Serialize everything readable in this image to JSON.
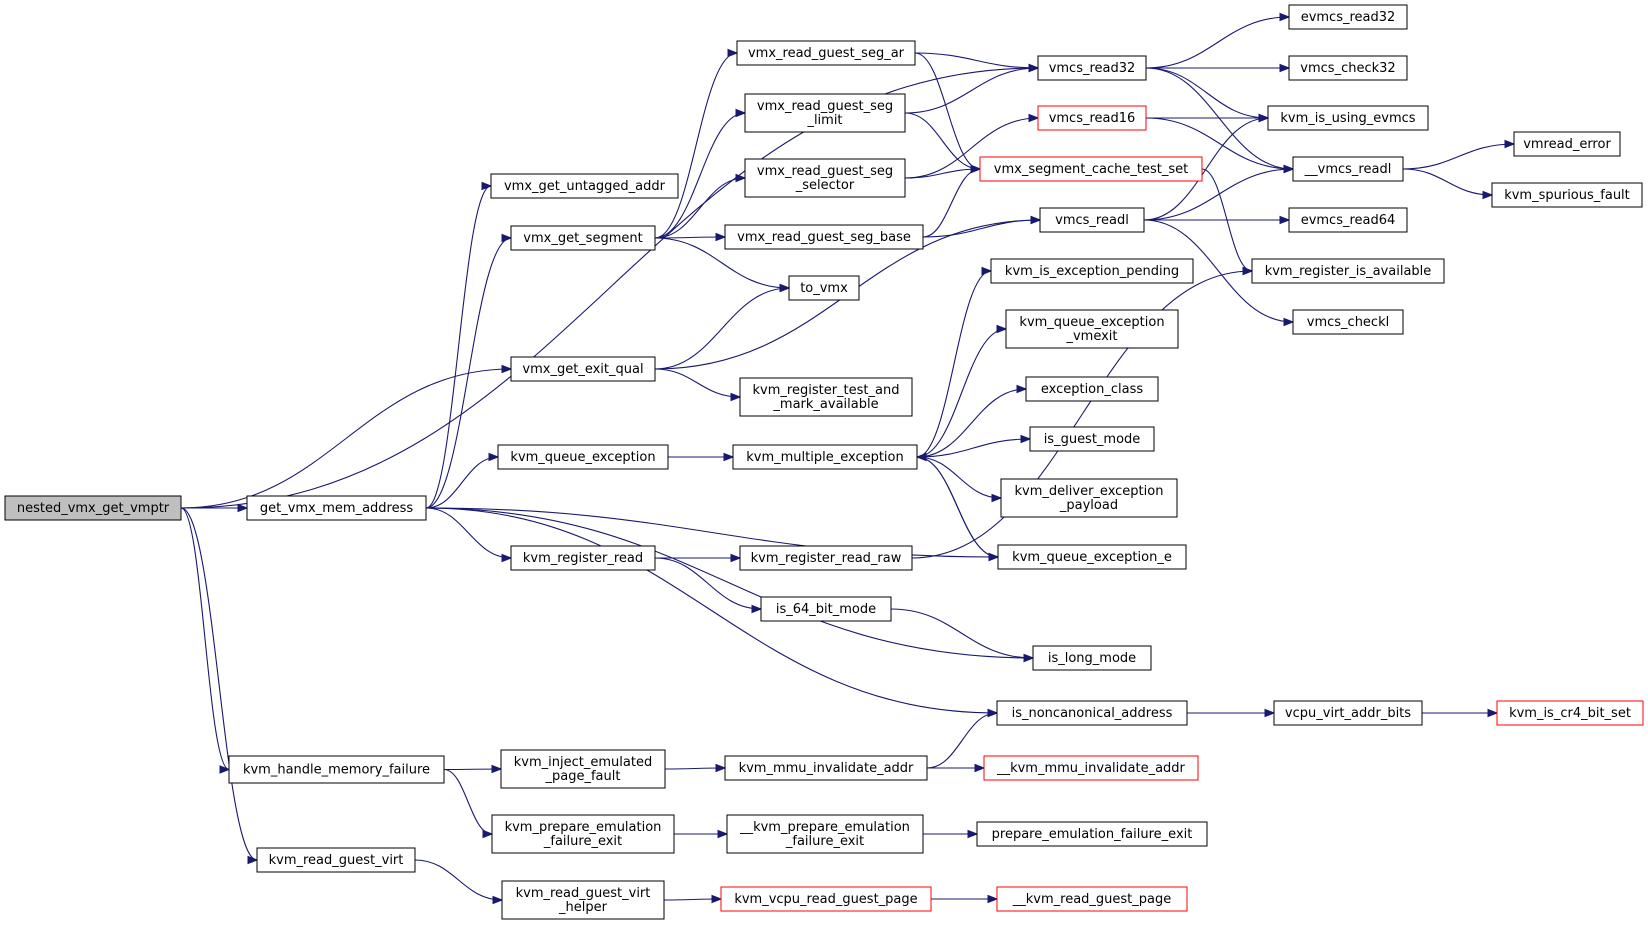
{
  "colors": {
    "edge": "#191970",
    "red_border": "#ff0000",
    "root_fill": "#bfbfbf"
  },
  "nodes": [
    {
      "id": "nested_vmx_get_vmptr",
      "lines": [
        "nested_vmx_get_vmptr"
      ],
      "style": "root"
    },
    {
      "id": "get_vmx_mem_address",
      "lines": [
        "get_vmx_mem_address"
      ],
      "style": "normal"
    },
    {
      "id": "kvm_handle_memory_failure",
      "lines": [
        "kvm_handle_memory_failure"
      ],
      "style": "normal"
    },
    {
      "id": "kvm_read_guest_virt",
      "lines": [
        "kvm_read_guest_virt"
      ],
      "style": "normal"
    },
    {
      "id": "vmx_get_untagged_addr",
      "lines": [
        "vmx_get_untagged_addr"
      ],
      "style": "normal"
    },
    {
      "id": "vmx_get_segment",
      "lines": [
        "vmx_get_segment"
      ],
      "style": "normal"
    },
    {
      "id": "vmx_get_exit_qual",
      "lines": [
        "vmx_get_exit_qual"
      ],
      "style": "normal"
    },
    {
      "id": "kvm_queue_exception",
      "lines": [
        "kvm_queue_exception"
      ],
      "style": "normal"
    },
    {
      "id": "kvm_register_read",
      "lines": [
        "kvm_register_read"
      ],
      "style": "normal"
    },
    {
      "id": "kvm_inject_emulated_page_fault",
      "lines": [
        "kvm_inject_emulated",
        "_page_fault"
      ],
      "style": "normal"
    },
    {
      "id": "kvm_prepare_emulation_failure_exit",
      "lines": [
        "kvm_prepare_emulation",
        "_failure_exit"
      ],
      "style": "normal"
    },
    {
      "id": "kvm_read_guest_virt_helper",
      "lines": [
        "kvm_read_guest_virt",
        "_helper"
      ],
      "style": "normal"
    },
    {
      "id": "vmx_read_guest_seg_ar",
      "lines": [
        "vmx_read_guest_seg_ar"
      ],
      "style": "normal"
    },
    {
      "id": "vmx_read_guest_seg_limit",
      "lines": [
        "vmx_read_guest_seg",
        "_limit"
      ],
      "style": "normal"
    },
    {
      "id": "vmx_read_guest_seg_selector",
      "lines": [
        "vmx_read_guest_seg",
        "_selector"
      ],
      "style": "normal"
    },
    {
      "id": "vmx_read_guest_seg_base",
      "lines": [
        "vmx_read_guest_seg_base"
      ],
      "style": "normal"
    },
    {
      "id": "to_vmx",
      "lines": [
        "to_vmx"
      ],
      "style": "normal"
    },
    {
      "id": "kvm_register_test_and_mark_available",
      "lines": [
        "kvm_register_test_and",
        "_mark_available"
      ],
      "style": "normal"
    },
    {
      "id": "kvm_multiple_exception",
      "lines": [
        "kvm_multiple_exception"
      ],
      "style": "normal"
    },
    {
      "id": "kvm_register_read_raw",
      "lines": [
        "kvm_register_read_raw"
      ],
      "style": "normal"
    },
    {
      "id": "is_64_bit_mode",
      "lines": [
        "is_64_bit_mode"
      ],
      "style": "normal"
    },
    {
      "id": "kvm_mmu_invalidate_addr",
      "lines": [
        "kvm_mmu_invalidate_addr"
      ],
      "style": "normal"
    },
    {
      "id": "__kvm_prepare_emulation_failure_exit",
      "lines": [
        "__kvm_prepare_emulation",
        "_failure_exit"
      ],
      "style": "normal"
    },
    {
      "id": "kvm_vcpu_read_guest_page",
      "lines": [
        "kvm_vcpu_read_guest_page"
      ],
      "style": "red"
    },
    {
      "id": "vmcs_read32",
      "lines": [
        "vmcs_read32"
      ],
      "style": "normal"
    },
    {
      "id": "vmcs_read16",
      "lines": [
        "vmcs_read16"
      ],
      "style": "red"
    },
    {
      "id": "vmx_segment_cache_test_set",
      "lines": [
        "vmx_segment_cache_test_set"
      ],
      "style": "red"
    },
    {
      "id": "vmcs_readl",
      "lines": [
        "vmcs_readl"
      ],
      "style": "normal"
    },
    {
      "id": "kvm_is_exception_pending",
      "lines": [
        "kvm_is_exception_pending"
      ],
      "style": "normal"
    },
    {
      "id": "kvm_queue_exception_vmexit",
      "lines": [
        "kvm_queue_exception",
        "_vmexit"
      ],
      "style": "normal"
    },
    {
      "id": "exception_class",
      "lines": [
        "exception_class"
      ],
      "style": "normal"
    },
    {
      "id": "is_guest_mode",
      "lines": [
        "is_guest_mode"
      ],
      "style": "normal"
    },
    {
      "id": "kvm_deliver_exception_payload",
      "lines": [
        "kvm_deliver_exception",
        "_payload"
      ],
      "style": "normal"
    },
    {
      "id": "kvm_queue_exception_e",
      "lines": [
        "kvm_queue_exception_e"
      ],
      "style": "normal"
    },
    {
      "id": "is_long_mode",
      "lines": [
        "is_long_mode"
      ],
      "style": "normal"
    },
    {
      "id": "is_noncanonical_address",
      "lines": [
        "is_noncanonical_address"
      ],
      "style": "normal"
    },
    {
      "id": "__kvm_mmu_invalidate_addr",
      "lines": [
        "__kvm_mmu_invalidate_addr"
      ],
      "style": "red"
    },
    {
      "id": "prepare_emulation_failure_exit",
      "lines": [
        "prepare_emulation_failure_exit"
      ],
      "style": "normal"
    },
    {
      "id": "__kvm_read_guest_page",
      "lines": [
        "__kvm_read_guest_page"
      ],
      "style": "red"
    },
    {
      "id": "evmcs_read32",
      "lines": [
        "evmcs_read32"
      ],
      "style": "normal"
    },
    {
      "id": "vmcs_check32",
      "lines": [
        "vmcs_check32"
      ],
      "style": "normal"
    },
    {
      "id": "kvm_is_using_evmcs",
      "lines": [
        "kvm_is_using_evmcs"
      ],
      "style": "normal"
    },
    {
      "id": "__vmcs_readl",
      "lines": [
        "__vmcs_readl"
      ],
      "style": "normal"
    },
    {
      "id": "evmcs_read64",
      "lines": [
        "evmcs_read64"
      ],
      "style": "normal"
    },
    {
      "id": "kvm_register_is_available",
      "lines": [
        "kvm_register_is_available"
      ],
      "style": "normal"
    },
    {
      "id": "vmcs_checkl",
      "lines": [
        "vmcs_checkl"
      ],
      "style": "normal"
    },
    {
      "id": "vcpu_virt_addr_bits",
      "lines": [
        "vcpu_virt_addr_bits"
      ],
      "style": "normal"
    },
    {
      "id": "vmread_error",
      "lines": [
        "vmread_error"
      ],
      "style": "normal"
    },
    {
      "id": "kvm_spurious_fault",
      "lines": [
        "kvm_spurious_fault"
      ],
      "style": "normal"
    },
    {
      "id": "kvm_is_cr4_bit_set",
      "lines": [
        "kvm_is_cr4_bit_set"
      ],
      "style": "red"
    }
  ],
  "edges": [
    [
      "nested_vmx_get_vmptr",
      "get_vmx_mem_address"
    ],
    [
      "nested_vmx_get_vmptr",
      "vmcs_read32"
    ],
    [
      "nested_vmx_get_vmptr",
      "vmx_get_exit_qual"
    ],
    [
      "nested_vmx_get_vmptr",
      "kvm_handle_memory_failure"
    ],
    [
      "nested_vmx_get_vmptr",
      "kvm_read_guest_virt"
    ],
    [
      "get_vmx_mem_address",
      "vmx_get_untagged_addr"
    ],
    [
      "get_vmx_mem_address",
      "vmx_get_segment"
    ],
    [
      "get_vmx_mem_address",
      "kvm_queue_exception"
    ],
    [
      "get_vmx_mem_address",
      "kvm_queue_exception_e"
    ],
    [
      "get_vmx_mem_address",
      "kvm_register_read"
    ],
    [
      "get_vmx_mem_address",
      "is_long_mode"
    ],
    [
      "get_vmx_mem_address",
      "is_noncanonical_address"
    ],
    [
      "vmx_get_segment",
      "vmx_read_guest_seg_ar"
    ],
    [
      "vmx_get_segment",
      "vmx_read_guest_seg_limit"
    ],
    [
      "vmx_get_segment",
      "vmx_read_guest_seg_selector"
    ],
    [
      "vmx_get_segment",
      "vmx_read_guest_seg_base"
    ],
    [
      "vmx_get_segment",
      "to_vmx"
    ],
    [
      "vmx_get_exit_qual",
      "to_vmx"
    ],
    [
      "vmx_get_exit_qual",
      "vmcs_readl"
    ],
    [
      "vmx_get_exit_qual",
      "kvm_register_test_and_mark_available"
    ],
    [
      "kvm_queue_exception",
      "kvm_multiple_exception"
    ],
    [
      "kvm_register_read",
      "kvm_register_read_raw"
    ],
    [
      "kvm_register_read",
      "is_64_bit_mode"
    ],
    [
      "kvm_handle_memory_failure",
      "kvm_inject_emulated_page_fault"
    ],
    [
      "kvm_handle_memory_failure",
      "kvm_prepare_emulation_failure_exit"
    ],
    [
      "kvm_read_guest_virt",
      "kvm_read_guest_virt_helper"
    ],
    [
      "kvm_inject_emulated_page_fault",
      "kvm_mmu_invalidate_addr"
    ],
    [
      "kvm_prepare_emulation_failure_exit",
      "__kvm_prepare_emulation_failure_exit"
    ],
    [
      "kvm_read_guest_virt_helper",
      "kvm_vcpu_read_guest_page"
    ],
    [
      "vmx_read_guest_seg_ar",
      "vmcs_read32"
    ],
    [
      "vmx_read_guest_seg_ar",
      "vmx_segment_cache_test_set"
    ],
    [
      "vmx_read_guest_seg_limit",
      "vmcs_read32"
    ],
    [
      "vmx_read_guest_seg_limit",
      "vmx_segment_cache_test_set"
    ],
    [
      "vmx_read_guest_seg_selector",
      "vmcs_read16"
    ],
    [
      "vmx_read_guest_seg_selector",
      "vmx_segment_cache_test_set"
    ],
    [
      "vmx_read_guest_seg_base",
      "vmx_segment_cache_test_set"
    ],
    [
      "vmx_read_guest_seg_base",
      "vmcs_readl"
    ],
    [
      "kvm_multiple_exception",
      "kvm_is_exception_pending"
    ],
    [
      "kvm_multiple_exception",
      "kvm_queue_exception_vmexit"
    ],
    [
      "kvm_multiple_exception",
      "exception_class"
    ],
    [
      "kvm_multiple_exception",
      "is_guest_mode"
    ],
    [
      "kvm_multiple_exception",
      "kvm_deliver_exception_payload"
    ],
    [
      "kvm_multiple_exception",
      "kvm_queue_exception_e"
    ],
    [
      "kvm_queue_exception_e",
      "kvm_multiple_exception"
    ],
    [
      "kvm_register_read_raw",
      "kvm_register_is_available"
    ],
    [
      "is_64_bit_mode",
      "is_long_mode"
    ],
    [
      "kvm_mmu_invalidate_addr",
      "is_noncanonical_address"
    ],
    [
      "kvm_mmu_invalidate_addr",
      "__kvm_mmu_invalidate_addr"
    ],
    [
      "__kvm_prepare_emulation_failure_exit",
      "prepare_emulation_failure_exit"
    ],
    [
      "kvm_vcpu_read_guest_page",
      "__kvm_read_guest_page"
    ],
    [
      "vmcs_read32",
      "evmcs_read32"
    ],
    [
      "vmcs_read32",
      "vmcs_check32"
    ],
    [
      "vmcs_read32",
      "kvm_is_using_evmcs"
    ],
    [
      "vmcs_read32",
      "__vmcs_readl"
    ],
    [
      "vmcs_read16",
      "kvm_is_using_evmcs"
    ],
    [
      "vmcs_read16",
      "__vmcs_readl"
    ],
    [
      "vmx_segment_cache_test_set",
      "kvm_register_is_available"
    ],
    [
      "vmcs_readl",
      "kvm_is_using_evmcs"
    ],
    [
      "vmcs_readl",
      "__vmcs_readl"
    ],
    [
      "vmcs_readl",
      "evmcs_read64"
    ],
    [
      "vmcs_readl",
      "vmcs_checkl"
    ],
    [
      "__vmcs_readl",
      "vmread_error"
    ],
    [
      "__vmcs_readl",
      "kvm_spurious_fault"
    ],
    [
      "is_noncanonical_address",
      "vcpu_virt_addr_bits"
    ],
    [
      "vcpu_virt_addr_bits",
      "kvm_is_cr4_bit_set"
    ]
  ]
}
